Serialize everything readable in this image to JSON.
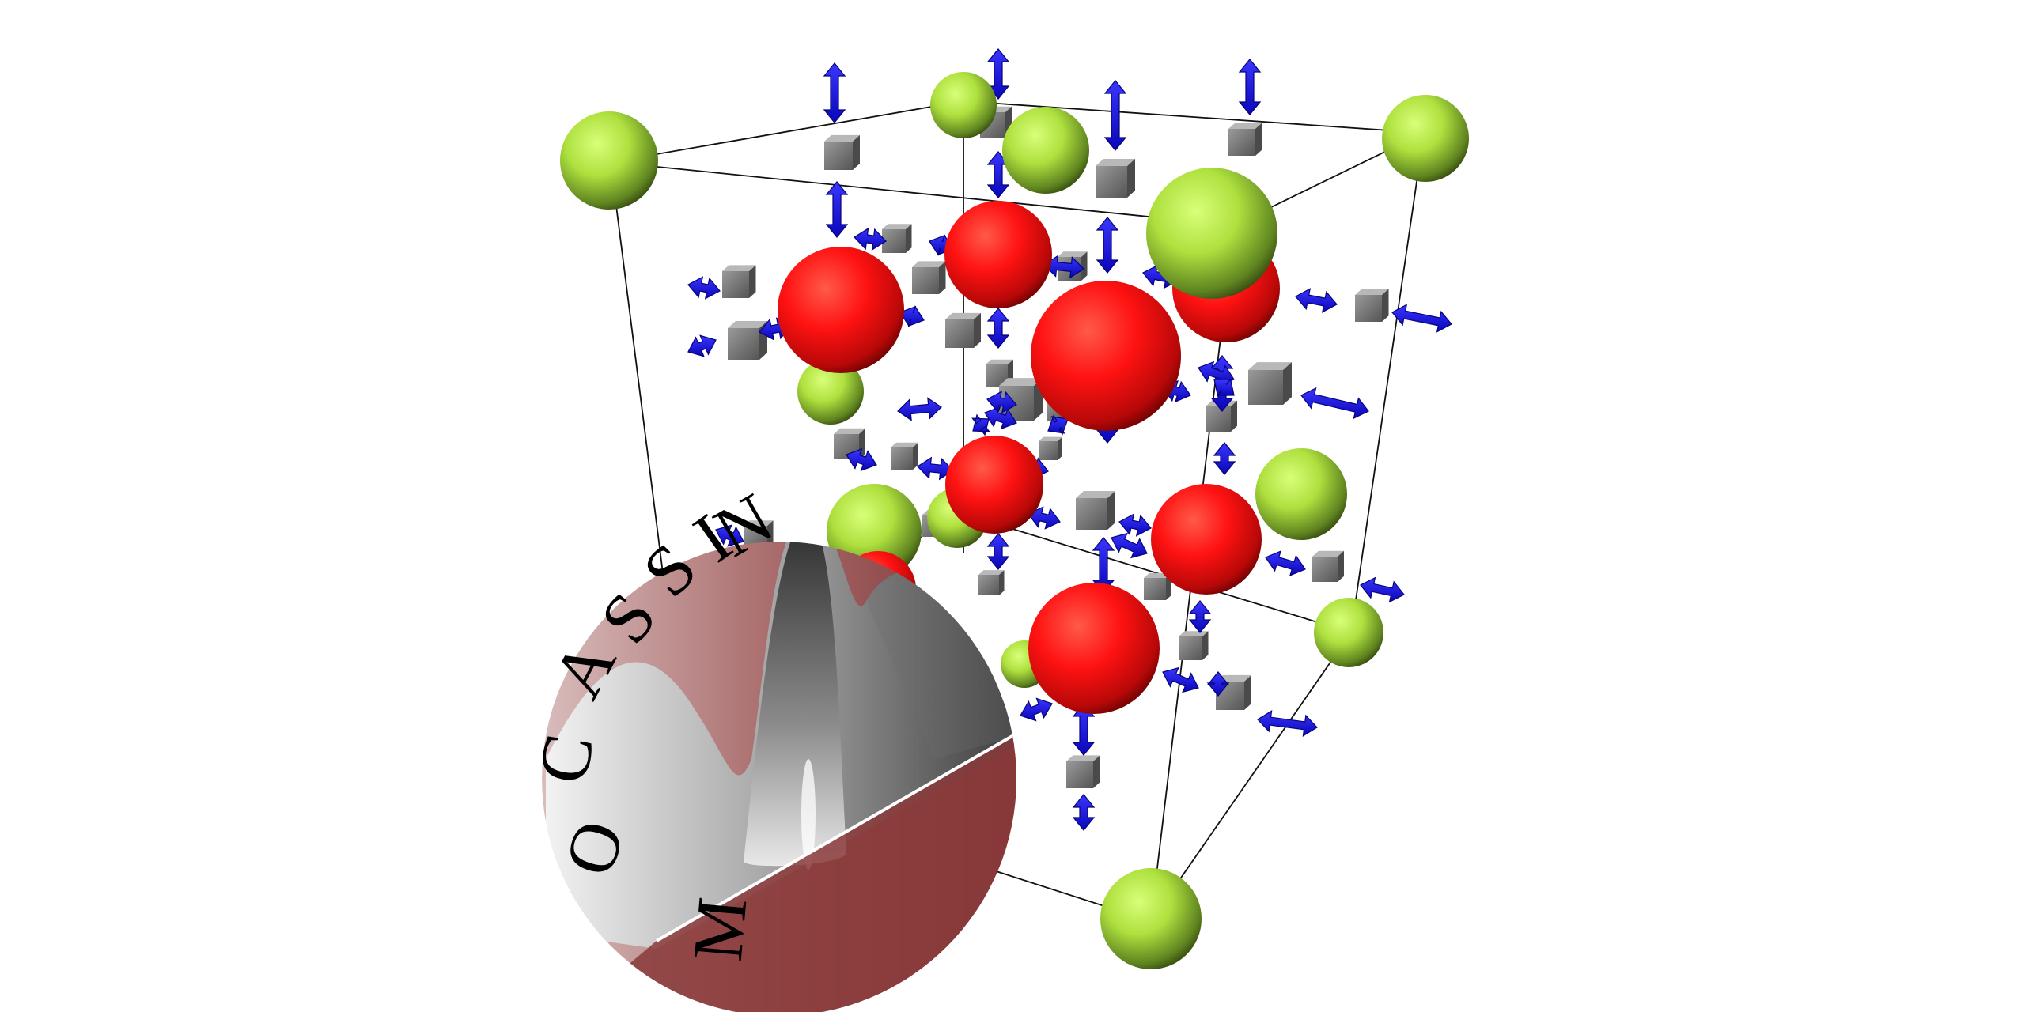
{
  "logo": {
    "text": "MOCASSIN",
    "letters": [
      "M",
      "O",
      "C",
      "A",
      "S",
      "S",
      "I",
      "N"
    ]
  },
  "colors": {
    "background": "#ffffff",
    "large_atom": "#b6e24a",
    "medium_atom": "#ff1414",
    "small_atom": "#7a7a7a",
    "arrow": "#1a14ff",
    "cell_edge": "#000000",
    "logo_disc": "#8e3a3a",
    "logo_surface": "#8a8a8a"
  },
  "icons": {
    "large_atom": "sphere-green",
    "medium_atom": "sphere-red",
    "small_atom": "cube-gray",
    "displacement": "double-arrow"
  }
}
